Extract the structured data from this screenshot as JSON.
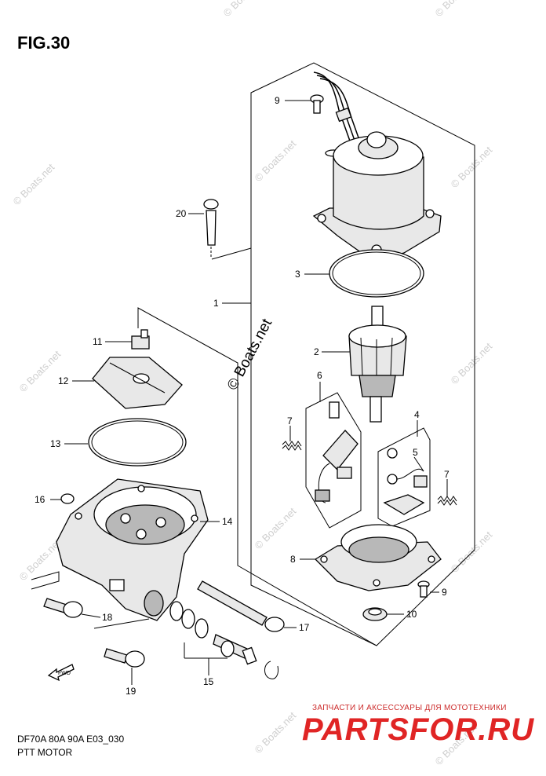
{
  "figure": {
    "title": "FIG.30",
    "model_code": "DF70A 80A 90A E03_030",
    "caption": "PTT MOTOR"
  },
  "watermark": {
    "text": "© Boats.net",
    "prominent_text": "© Boats.net"
  },
  "promo": {
    "text": "ЗАПЧАСТИ И АКСЕССУАРЫ ДЛЯ МОТОТЕХНИКИ",
    "brand": "PARTSFOR.RU",
    "color": "#e02525"
  },
  "fwd_arrow": {
    "label": "FWD"
  },
  "callouts": [
    {
      "id": "c1",
      "label": "1"
    },
    {
      "id": "c2",
      "label": "2"
    },
    {
      "id": "c3",
      "label": "3"
    },
    {
      "id": "c4",
      "label": "4"
    },
    {
      "id": "c5",
      "label": "5"
    },
    {
      "id": "c6",
      "label": "6"
    },
    {
      "id": "c7a",
      "label": "7"
    },
    {
      "id": "c7b",
      "label": "7"
    },
    {
      "id": "c8",
      "label": "8"
    },
    {
      "id": "c9a",
      "label": "9"
    },
    {
      "id": "c9b",
      "label": "9"
    },
    {
      "id": "c10",
      "label": "10"
    },
    {
      "id": "c11",
      "label": "11"
    },
    {
      "id": "c12",
      "label": "12"
    },
    {
      "id": "c13",
      "label": "13"
    },
    {
      "id": "c14",
      "label": "14"
    },
    {
      "id": "c15",
      "label": "15"
    },
    {
      "id": "c16",
      "label": "16"
    },
    {
      "id": "c17",
      "label": "17"
    },
    {
      "id": "c18",
      "label": "18"
    },
    {
      "id": "c19",
      "label": "19"
    },
    {
      "id": "c20",
      "label": "20"
    }
  ]
}
